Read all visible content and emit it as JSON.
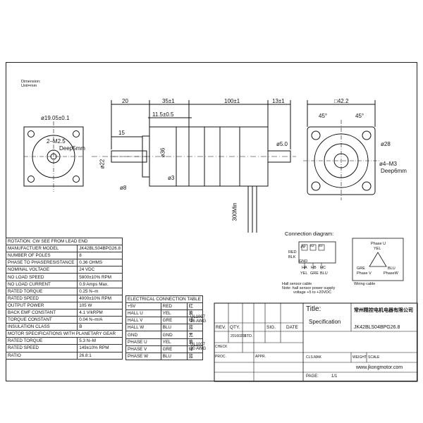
{
  "dimension_note": {
    "line1": "Dimension:",
    "line2": "Unit=mm"
  },
  "dims": {
    "d20": "20",
    "d35": "35±1",
    "d100": "100±1",
    "d13": "13±1",
    "d42": "□42.2",
    "d11": "11.5±0.5",
    "d15": "15",
    "dia19": "ø19.05±0.1",
    "m25": "2–M2.5",
    "deep5": "Deep5mm",
    "d36": "ø36",
    "dia22": "ø22",
    "dia8": "ø8",
    "dia3": "ø3",
    "dia5": "ø5.0",
    "dia28": "ø28",
    "m3": "ø4–M3",
    "deep6": "Deep6mm",
    "len300": "300Min",
    "a45a": "45°",
    "a45b": "45°"
  },
  "connection": {
    "title": "Connection diagram:",
    "plus5v": "+V",
    "red": "RED",
    "blk": "BLK",
    "gnd": "GND",
    "s1": "S1",
    "s2": "S2",
    "s3": "S3",
    "ha": "HA",
    "hb": "HB",
    "hc": "HC",
    "yel": "YEL",
    "gre": "GRE",
    "blu": "BLU",
    "hall_cable": "Hall sensor cable",
    "note1": "Note: hall sensor power supply",
    "note2": "voltage +5 to +20VDC",
    "phase_u": "Phase U",
    "phase_u_col": "YEL",
    "gre2": "GRE",
    "blu2": "BLU",
    "phase_v": "Phase V",
    "phase_w": "PhaseW",
    "wiring": "Wiring cable"
  },
  "spec_header": "ROTATION: CW SEE FROM LEAD END",
  "spec_rows": [
    [
      "MANUFACTUER MODEL",
      "JK42BLS04BPG26.8"
    ],
    [
      "NUMBER OF POLES",
      "8"
    ],
    [
      "PHASE TO PHASERESISTANCE",
      "0.36 OHMS"
    ],
    [
      "NOMINAL VOLTAGE",
      "24 VDC"
    ],
    [
      "NO LOAD SPEED",
      "5800±10% RPM"
    ],
    [
      "NO LOAD CURRENT",
      "0.9 Amps Max."
    ],
    [
      "RATED TORQUE",
      "0.25 N–m"
    ],
    [
      "RATED SPEED",
      "4000±10% RPM"
    ],
    [
      "OUTPUT POWER",
      "105 W"
    ],
    [
      "BACK EMF CONSTANT",
      "4.1 V/kRPM"
    ],
    [
      "TORQUE CONSTANT",
      "0.04 N–m/A"
    ],
    [
      "INSULATION CLASS",
      "B"
    ],
    [
      "MOTOR SPECIFICATIONS WITH PLANETARY GEAR",
      ""
    ],
    [
      "RATED TORQUE",
      "5.3 N–M"
    ],
    [
      "RATED SPEED",
      "149±10% RPM"
    ],
    [
      "RATIO",
      "26.8:1"
    ]
  ],
  "elec_title": "ELECTRICAL CONNECTION TABLE",
  "elec_rows": [
    [
      "+5V",
      "RED",
      "红"
    ],
    [
      "HALL U",
      "YEL",
      "黄"
    ],
    [
      "HALL V",
      "GRE",
      "绿"
    ],
    [
      "HALL W",
      "BLU",
      "蓝"
    ],
    [
      "GND",
      "GND",
      "黑"
    ],
    [
      "PHASE U",
      "YEL",
      "黄"
    ],
    [
      "PHASE V",
      "GRE",
      "绿"
    ],
    [
      "PHASE W",
      "BLU",
      "蓝"
    ]
  ],
  "cable1": {
    "a": "UL1007",
    "b": "26 AWG"
  },
  "cable2": {
    "a": "UL1007",
    "b": "20 AWG"
  },
  "title_block": {
    "title_label": "Title:",
    "spec": "Specification",
    "company": "常州精控电机电器有限公司",
    "model": "JK42BLS04BPG26.8",
    "rev": "REV.",
    "qty": "QTY.",
    "sig": "SIG.",
    "date": "DATE",
    "date_val": "20160202",
    "std": "STD.",
    "check": "CHECK",
    "proc": "PROC.",
    "appr": "APPR.",
    "cls": "CLS.MAK",
    "weight": "WEIGHT",
    "scale": "SCALE",
    "website": "www.jkongmotor.com",
    "page_label": "PAGE:",
    "page_val": "1/1"
  }
}
